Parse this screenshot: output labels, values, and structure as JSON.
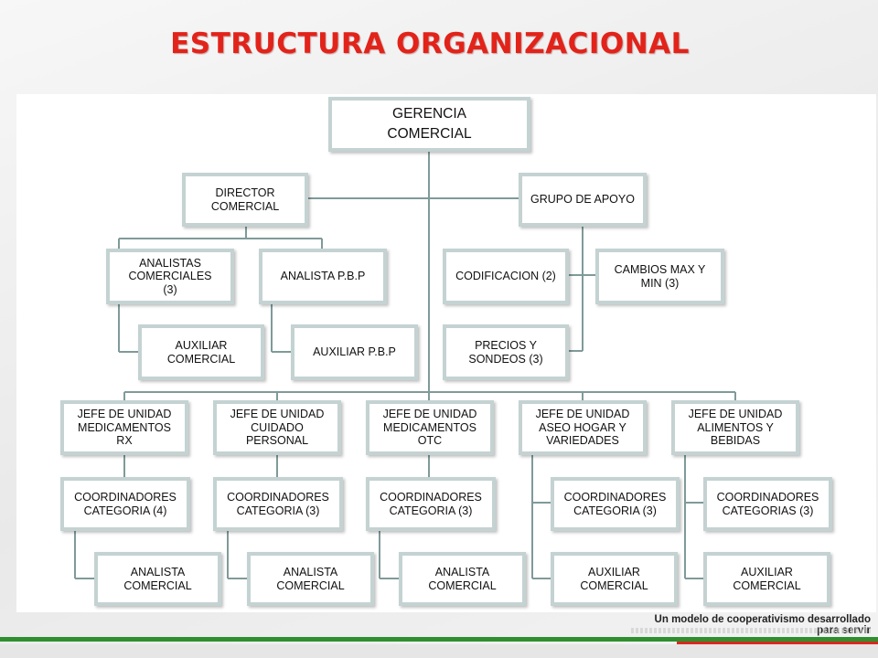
{
  "title": "ESTRUCTURA ORGANIZACIONAL",
  "colors": {
    "title": "#e2231a",
    "box_border": "#c4d2d2",
    "connector": "#7f9a99",
    "stripe_green": "#2f8f2f",
    "stripe_red": "#d62a20"
  },
  "nodes": {
    "gerencia": "GERENCIA\nCOMERCIAL",
    "director": "DIRECTOR\nCOMERCIAL",
    "grupo_apoyo": "GRUPO DE APOYO",
    "analistas_comerciales": "ANALISTAS\nCOMERCIALES\n(3)",
    "analista_pbp": "ANALISTA P.B.P",
    "auxiliar_comercial_dir": "AUXILIAR\nCOMERCIAL",
    "auxiliar_pbp": "AUXILIAR P.B.P",
    "codificacion": "CODIFICACION (2)",
    "cambios": "CAMBIOS MAX Y\nMIN (3)",
    "precios": "PRECIOS Y\nSONDEOS (3)",
    "jefe_rx": "JEFE DE UNIDAD\nMEDICAMENTOS\nRX",
    "jefe_cuidado": "JEFE DE UNIDAD\nCUIDADO\nPERSONAL",
    "jefe_otc": "JEFE DE UNIDAD\nMEDICAMENTOS\nOTC",
    "jefe_aseo": "JEFE DE UNIDAD\nASEO HOGAR Y\nVARIEDADES",
    "jefe_alimentos": "JEFE DE UNIDAD\nALIMENTOS Y\nBEBIDAS",
    "coord_rx": "COORDINADORES\nCATEGORIA (4)",
    "coord_cuidado": "COORDINADORES\nCATEGORIA (3)",
    "coord_otc": "COORDINADORES\nCATEGORIA (3)",
    "coord_aseo": "COORDINADORES\nCATEGORIA (3)",
    "coord_alimentos": "COORDINADORES\nCATEGORIAS (3)",
    "analista_rx": "ANALISTA\nCOMERCIAL",
    "analista_cuidado": "ANALISTA\nCOMERCIAL",
    "analista_otc": "ANALISTA\nCOMERCIAL",
    "auxiliar_aseo": "AUXILIAR\nCOMERCIAL",
    "auxiliar_alimentos": "AUXILIAR\nCOMERCIAL"
  },
  "footer": "Un modelo de cooperativismo desarrollado para servir"
}
